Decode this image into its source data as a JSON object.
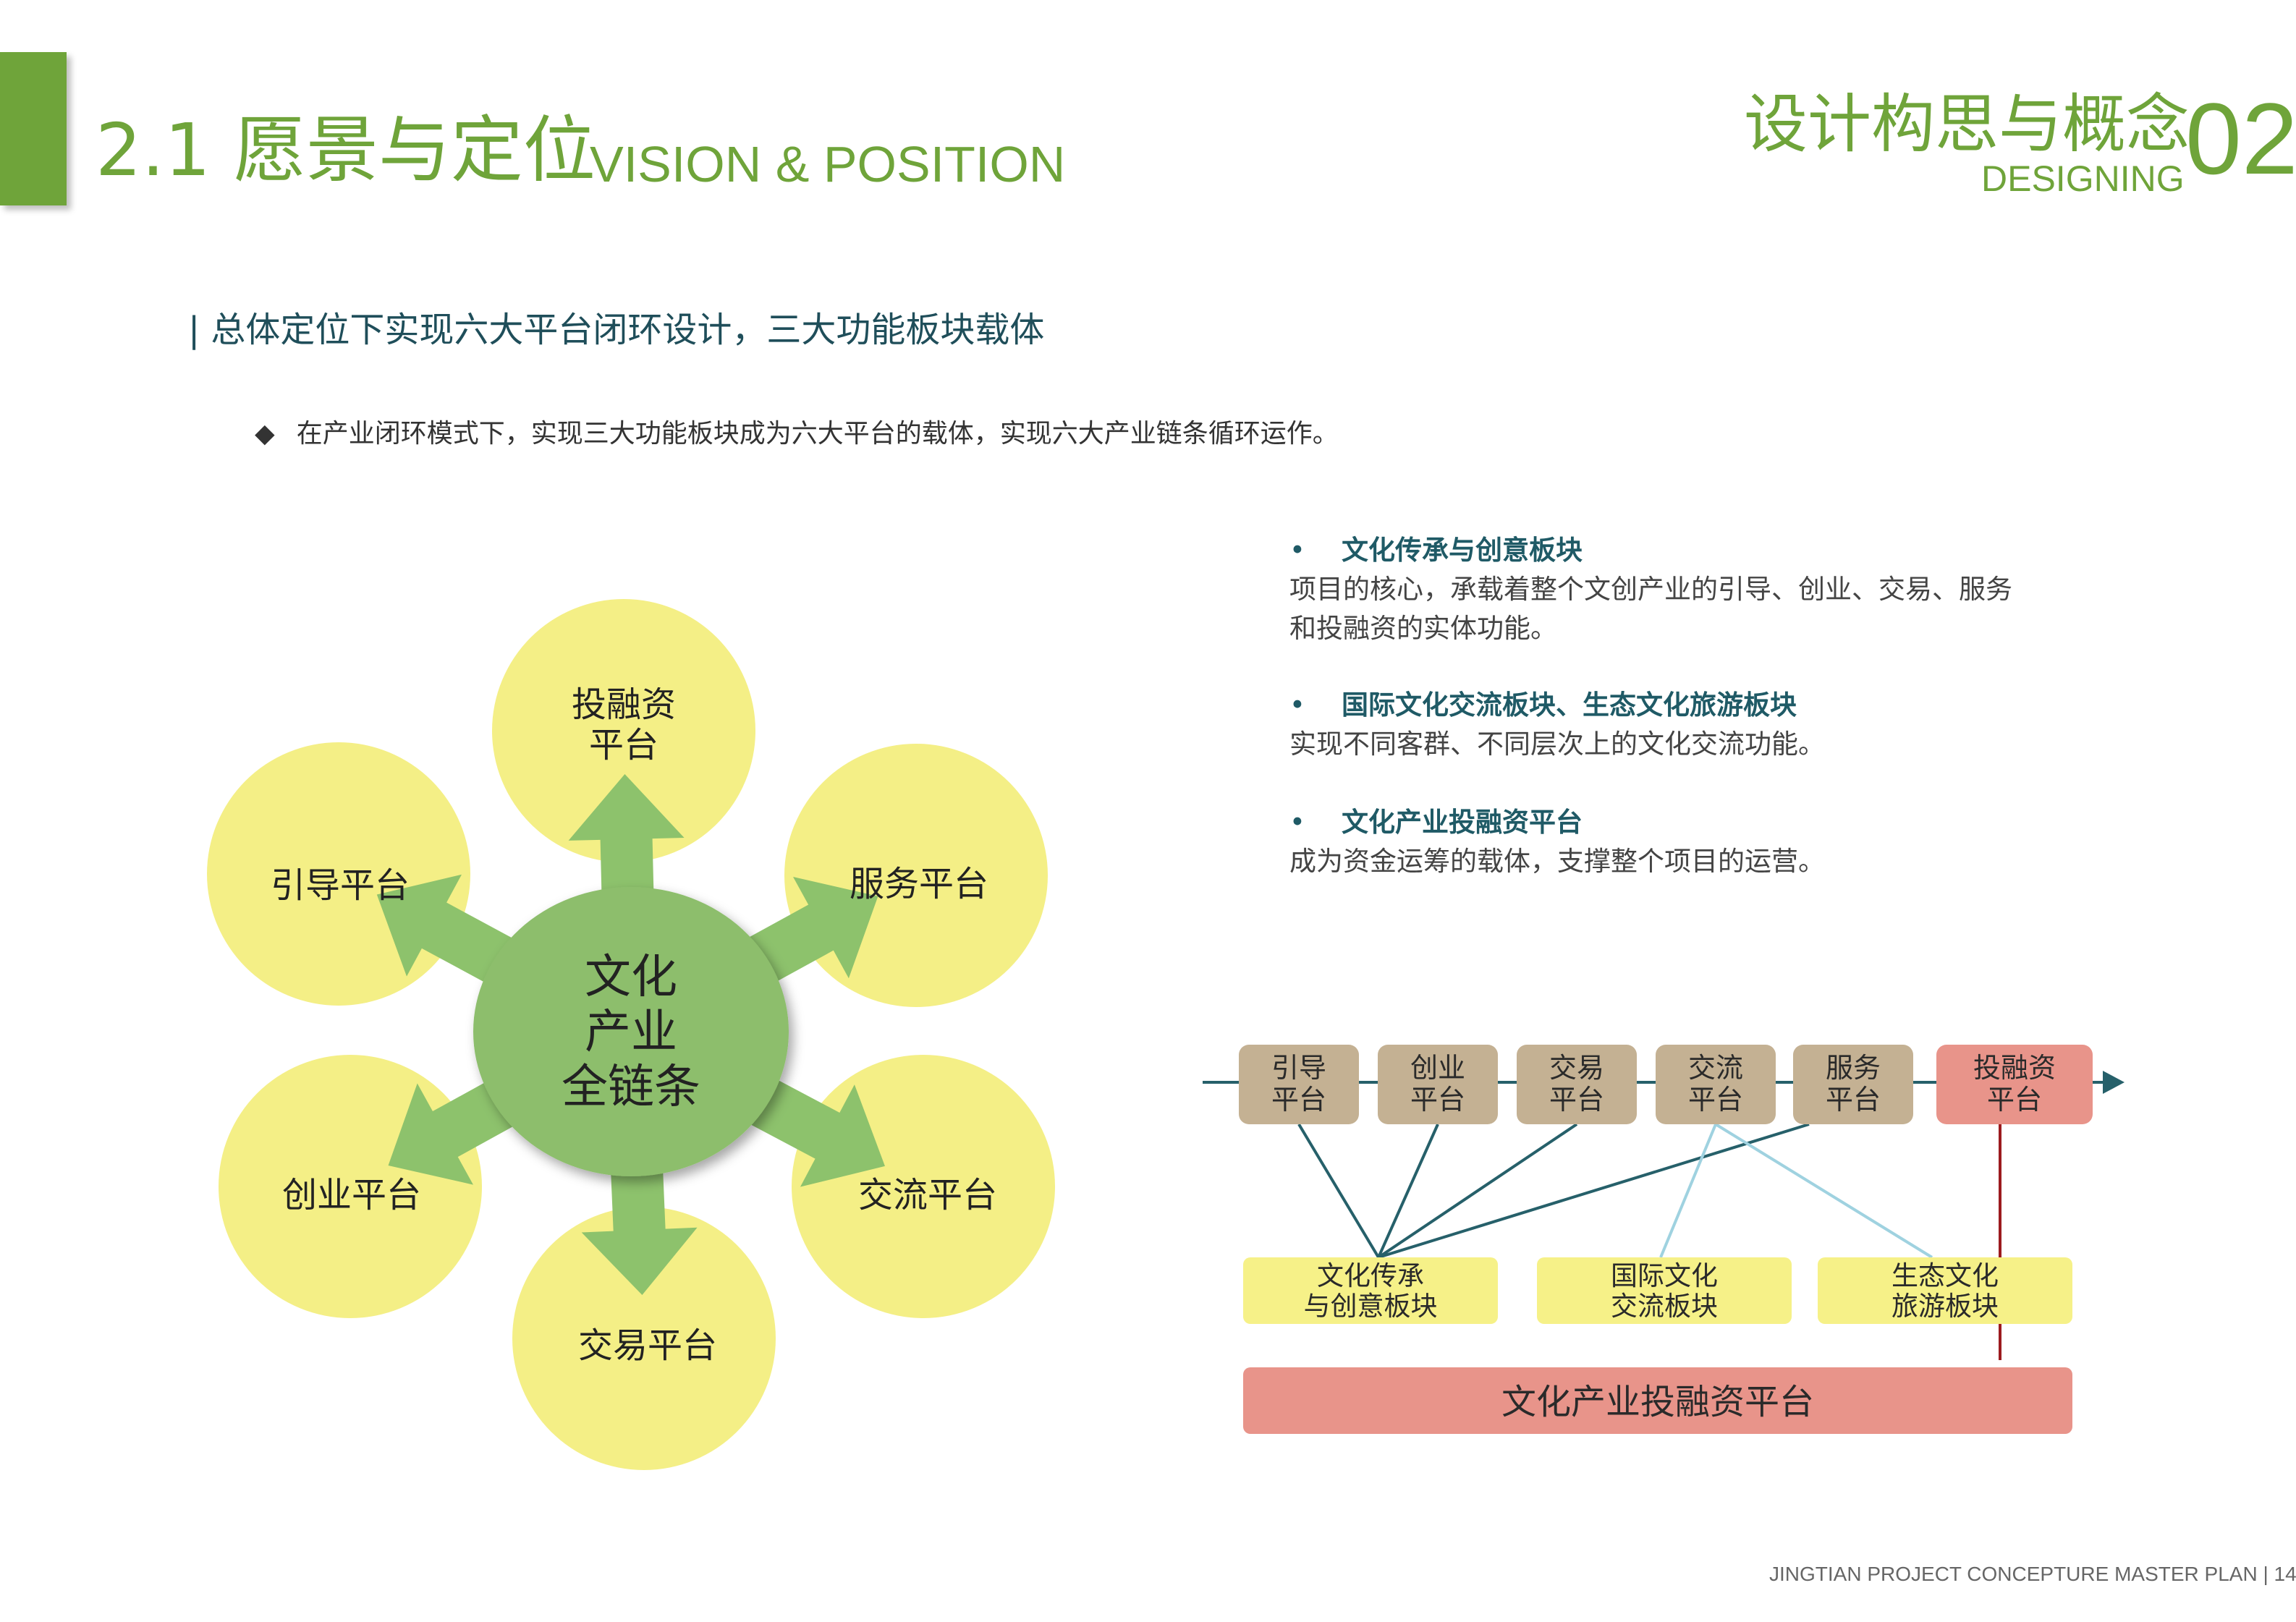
{
  "header": {
    "title_cn": "2.1 愿景与定位",
    "title_en": "VISION & POSITION",
    "section_cn": "设计构思与概念",
    "section_en": "DESIGNING",
    "section_num": "02"
  },
  "subtitle": "| 总体定位下实现六大平台闭环设计，三大功能板块载体",
  "intro_bullet": {
    "icon": "diamond-icon",
    "text": "在产业闭环模式下，实现三大功能板块成为六大平台的载体，实现六大产业链条循环运作。"
  },
  "descriptions": [
    {
      "bullet": "•",
      "heading": "文化传承与创意板块",
      "lines": [
        "项目的核心，承载着整个文创产业的引导、创业、交易、服务",
        "和投融资的实体功能。"
      ]
    },
    {
      "bullet": "•",
      "heading": "国际文化交流板块、生态文化旅游板块",
      "lines": [
        "实现不同客群、不同层次上的文化交流功能。"
      ]
    },
    {
      "bullet": "•",
      "heading": "文化产业投融资平台",
      "lines": [
        "成为资金运筹的载体，支撑整个项目的运营。"
      ]
    }
  ],
  "hub": {
    "center": [
      "文化",
      "产业",
      "全链条"
    ],
    "platforms": [
      {
        "lines": [
          "投融资",
          "平台"
        ]
      },
      {
        "lines": [
          "服务平台"
        ]
      },
      {
        "lines": [
          "交流平台"
        ]
      },
      {
        "lines": [
          "交易平台"
        ]
      },
      {
        "lines": [
          "创业平台"
        ]
      },
      {
        "lines": [
          "引导平台"
        ]
      }
    ],
    "colors": {
      "center": "#8dbe6c",
      "circle": "#f4ef86",
      "arrow": "#8dc26c"
    }
  },
  "flow": {
    "platform_boxes": [
      {
        "lines": [
          "引导",
          "平台"
        ],
        "highlight": false
      },
      {
        "lines": [
          "创业",
          "平台"
        ],
        "highlight": false
      },
      {
        "lines": [
          "交易",
          "平台"
        ],
        "highlight": false
      },
      {
        "lines": [
          "交流",
          "平台"
        ],
        "highlight": false
      },
      {
        "lines": [
          "服务",
          "平台"
        ],
        "highlight": false
      },
      {
        "lines": [
          "投融资",
          "平台"
        ],
        "highlight": true
      }
    ],
    "sector_boxes": [
      {
        "lines": [
          "文化传承",
          "与创意板块"
        ]
      },
      {
        "lines": [
          "国际文化",
          "交流板块"
        ]
      },
      {
        "lines": [
          "生态文化",
          "旅游板块"
        ]
      }
    ],
    "bottom_bar": "文化产业投融资平台",
    "colors": {
      "platform": "#c4b193",
      "highlight": "#e8948a",
      "sector": "#f6f188",
      "line_dark": "#26606a",
      "line_light": "#9fd2e0",
      "line_red": "#9c1b1f"
    }
  },
  "footer": "JINGTIAN PROJECT CONCEPTURE MASTER PLAN | 14"
}
